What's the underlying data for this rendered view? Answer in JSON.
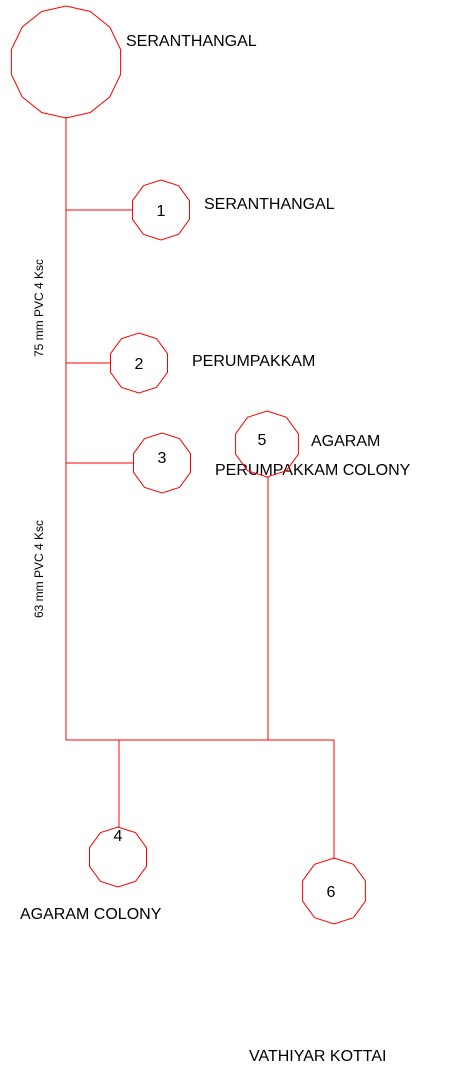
{
  "colors": {
    "line": "#ff0000",
    "text": "#000000",
    "background": "#ffffff"
  },
  "source": {
    "name": "SERANTHANGAL"
  },
  "pipes": {
    "upper": "75 mm PVC 4 Ksc",
    "lower": "63 mm PVC 4 Ksc"
  },
  "nodes": [
    {
      "number": "1",
      "name": "SERANTHANGAL"
    },
    {
      "number": "2",
      "name": "PERUMPAKKAM"
    },
    {
      "number": "3",
      "name": "PERUMPAKKAM COLONY"
    },
    {
      "number": "4",
      "name": "AGARAM COLONY"
    },
    {
      "number": "5",
      "name": "AGARAM"
    },
    {
      "number": "6",
      "name": "VATHIYAR KOTTAI"
    }
  ]
}
